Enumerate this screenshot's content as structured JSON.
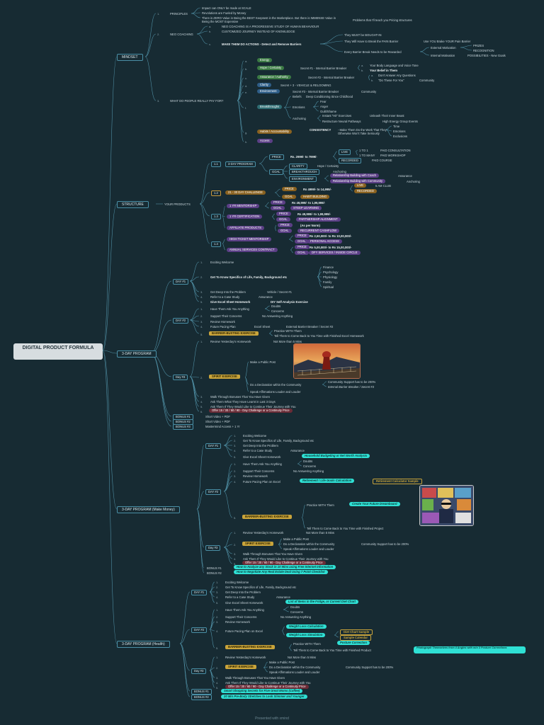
{
  "root": "DIGITAL PRODUCT FORMULA",
  "footer": "Presented with xmind",
  "mindset": {
    "label": "MINDSET",
    "principles": {
      "label": "PRINCIPLES",
      "items": [
        "Impact can ONLY be made at SCALE",
        "Revolutions are Fueled by Money",
        "There is ZERO Value in Being the BEST Keepsest in the Marketplace. But there is IMMENSE Value in Being the MOST Expensive"
      ],
      "side": "Problems that I'll teach you Pricing structures"
    },
    "neo": {
      "label": "NEO COACHING",
      "a": "NEO COACHING IS A PROGRESSIVE STUDY OF HUMAN BEHAVIOUR",
      "b": "CUSTOMIZED JOURNEY INSTEAD OF KNOWLEDGE",
      "c": "MAKE THEM DO ACTIONS - Detect and Remove Barriers",
      "c1": "They MUST be BOUGHT-IN",
      "c2": "They Will Have to Break the PAIN Barrier",
      "c2s": "Use YOU Brake YOUR Pain Barrier",
      "c3": "Every Barrier Break Needs to be Rewarded",
      "ext": "External Motivation",
      "ext1": "PRIZES",
      "ext2": "RECOGNITION",
      "int": "Internal Motivation",
      "int1": "POSSIBILITIES - New Goals"
    },
    "pay": {
      "label": "WHAT DO PEOPLE REALLY PAY FOR?",
      "energy": "Energy",
      "hope": "Hope / Certainty",
      "hope_s": "Secret #1 - Internal Barrier Breaker",
      "hope_a": "Your Body Language and Voice Tone",
      "hope_b": "Your Belief in Them",
      "assur": "Assurance / Authority",
      "assur_s": "Secret #2 - Internal Barrier Breaker",
      "assur_a": "Don't Answer Any Questions",
      "assur_b": "\"Do These For You\"",
      "assur_b2": "Community",
      "clarity": "Clarity",
      "clarity_s": "Secret + 3 - VEHICLE & RELOOMING",
      "env": "Environment",
      "env_s": "Secret #3 - Internal Barrier Breaker",
      "env_s2": "Community",
      "break": "Breakthroughs",
      "beliefs": "Beliefs",
      "beliefs_s": "Deep Conditioning Since Childhood",
      "emotions": "Emotions",
      "emo": [
        "Fear",
        "Anger",
        "Guilt/Shame"
      ],
      "anchoring": "Anchoring",
      "anc1": "Instant \"Hit\" Exercises",
      "anc1s": "Unleash Their Inner Beast",
      "anc2": "Restructure Neural Pathways",
      "anc2s": "High Energy Group Events",
      "habits": "Habits / Accountability",
      "consistency": "CONSISTENCY",
      "consistency_s": "- Make Them Do the Work That They Otherwise Won't Take Seriously",
      "hab": [
        "Time",
        "Emotions",
        "Exclusions"
      ],
      "access": "Access"
    }
  },
  "structure": {
    "label": "STRUCTURE",
    "yp": "YOUR PRODUCTS",
    "p11": {
      "label": "3-DAY PROGRAM",
      "price": "PRICE",
      "price_v": "Rs. 2999/- to 7999/-",
      "live": "LIVE",
      "live1": "1 TO 1",
      "live1s": "PAID CONSULTATION",
      "live2": "1 TO MANY",
      "live2s": "PAID WORKSHOP",
      "rec": "RECORDED",
      "rec_s": "PAID COURSE",
      "goal": "GOAL",
      "clarity": "CLARITY",
      "clarity_s": "Hope / Certainty",
      "bt": "BREAKTHROUGH",
      "bt_s": "Anchoring",
      "env": "ENVIRONMENT",
      "env1": "Relationship Building with Coach",
      "env1s": "Assurance",
      "env2": "Relationship Building with Community",
      "env2s": "Anchoring"
    },
    "p12": {
      "label": "21 - 30 DAY CHALLENGE",
      "price": "PRICE",
      "price_v": "Rs 4999/- to 14,999/-",
      "live": "LIVE",
      "live_s": "5 AM CLUB",
      "rec": "RECORDED",
      "goal": "GOAL",
      "goal_v": "HABIT BUILDING"
    },
    "p13": {
      "mentor": "1 YR MENTORSHIP",
      "price": "PRICE",
      "price_v": "Rs 49,999/- to 1,99,999/-",
      "goal": "GOAL",
      "goal_v": "STEEP LEARNING",
      "cert": "1 YR CERTIFICATION",
      "cert_price": "PRICE",
      "cert_price_v": "Rs 49,999/- to 1,99,999/-",
      "cert_goal": "GOAL",
      "cert_goal_v": "PARTNERSHIP ALIGNMENT",
      "aff": "AFFILIATE PRODUCTS",
      "aff_price": "PRICE",
      "aff_price_v": "(As per Norm)",
      "aff_goal": "GOAL",
      "aff_goal_v": "RECURRENT CASHFLOW"
    },
    "p14": {
      "htm": "HIGH TICKET MENTORSHIP",
      "price": "PRICE",
      "price_v": "Rs 2,50,000/- to Rs 10,00,000/-",
      "goal": "GOAL",
      "goal_v": "PERSONAL ACCESS",
      "asc": "ANNUAL SERVICES CONTRACT",
      "asc_price": "PRICE",
      "asc_price_v": "Rs 5,00,000/- to Rs 15,00,000/-",
      "asc_goal": "GOAL",
      "asc_goal_v": "DFY SERVICES / INSIDE CIRCLE"
    }
  },
  "p3": {
    "label": "3-DAY PROGRAM",
    "d1": "DAY #1",
    "d1_items": [
      "Exciting Welcome",
      "Get To Know Specifics of Life, Family, Background etc",
      "Get Deep Into the Problem",
      "Refer to a Case Study",
      "Give Excel Sheet Homework"
    ],
    "d1_sub": [
      "Finance",
      "Psychology",
      "Physiology",
      "Family",
      "Spiritual"
    ],
    "d1_deep": "Vehicle / Secret #1",
    "d1_case": "Assurance",
    "d1_hw": "DIY Self-Analysis Exercise",
    "d2": "DAY #2",
    "d2_items": [
      "Have Them Ask You Anything",
      "Support Their Concerns",
      "Review Homework",
      "Future Pacing Plan",
      "BARRIER-BUSTING EXERCISE"
    ],
    "d2_ask": [
      "Doubts",
      "Concerns"
    ],
    "d2_support": "No Answering Anything",
    "d2_fp": "Excel Sheet",
    "d2_fp2": "External Barrier Breaker / Secret #2",
    "d2_bb1": "Practice WITH Them",
    "d2_bb2": "Tell Them to Come Back to You Time with Finished Excel Homework",
    "d3": "Day #3",
    "d3_items": [
      "Review Yesterday's Homework",
      "SPIRIT EXERCISE",
      "Walk Through Bonuses That You Have Given",
      "Ask Them What They Have Learnt in Last 3 Days",
      "Ask Them If They Would Like to Continue Their Journey with You",
      "Offer 15 / 30 / 60 / 90 - Day Challenge or a Continuity Price"
    ],
    "d3_rev": "Not More than 5 Mins",
    "d3_sp": [
      "Make a Public Post",
      "Do a Declaration within the Community",
      "Speak Affirmations Louder and Louder"
    ],
    "d3_sp2a": "Community Support has to be 200%",
    "d3_sp2b": "Internal Barrier Breaker / Secret #3",
    "b1": "BONUS #1",
    "b1_s": "Short Video + PDF",
    "b2": "BONUS #2",
    "b2_s": "Short Video + PDF",
    "b3": "BONUS #3",
    "b3_s": "Mastermind Access + 1 Yr"
  },
  "p4": {
    "label": "3-DAY PROGRAM (Make Money)",
    "d1": "DAY #1",
    "d1_items": [
      "Exciting Welcome",
      "Get To Know Specifics of Life, Family, Background etc",
      "Get Deep Into the Problem",
      "Refer to a Case Study",
      "Give Excel Sheet Homework"
    ],
    "d1_case": "Assurance",
    "d1_hw": "Household Budgeting or Net Worth Analysis",
    "d2": "DAY #2",
    "d2_items": [
      "Have Them Ask You Anything",
      "Support Their Concerns",
      "Review Homework",
      "Future Pacing Plan on Excel",
      "BARRIER-BUSTING EXERCISE"
    ],
    "d2_ask": [
      "Doubts",
      "Concerns"
    ],
    "d2_support": "No Answering Anything",
    "d2_fp": "Retirement / Life Goals Calculation",
    "d2_fp2": "Retirement Calculator Sample",
    "d2_bb1": "Practice WITH Them",
    "d2_bb1s": "Create Your Future Dreamboard",
    "d2_bb2": "Tell Them to Come Back to You Time with Finished Project",
    "d3": "Day #3",
    "d3_items": [
      "Review Yesterday's Homework",
      "SPIRIT EXERCISE",
      "Walk Through Bonuses That You Have Given",
      "Ask Them If They Would Like to Continue Their Journey with You",
      "Offer 15 / 30 / 60 / 90 - Day Challenge or a Continuity Price"
    ],
    "d3_rev": "Not More than 5 Mins",
    "d3_sp": [
      "Make a Public Post",
      "Do a Declaration within the Community",
      "Speak Affirmations Louder and Louder"
    ],
    "d3_sp2": "Community Support has to be 200%",
    "b1": "BONUS #1",
    "b1_s": "How to Analyze any Stock in 10 Mins using Free Internet Information",
    "b2": "BONUS #2",
    "b2_s": "How to Negotiate Any Real Estate Deal Using 7 Point Checklist"
  },
  "p5": {
    "label": "3-DAY PROGRAM (Health)",
    "d1": "DAY #1",
    "d1_items": [
      "Exciting Welcome",
      "Get To Know Specifics of Life, Family, Background etc",
      "Get Deep Into the Problem",
      "Refer to a Case Study",
      "Give Excel Sheet Homework"
    ],
    "d1_case": "Assurance",
    "d1_hw": "List of Items in the Fridge, or Current Diet Chart",
    "d2": "DAY #2",
    "d2_items": [
      "Have Them Ask You Anything",
      "Support Their Concerns",
      "Review Homework",
      "Future Pacing Plan on Excel",
      "BARRIER-BUSTING EXERCISE"
    ],
    "d2_ask": [
      "Doubts",
      "Concerns"
    ],
    "d2_support": "No Answering Anything",
    "d2_fp1": "Weight Loss Calculation",
    "d2_fp2": "Weight Loss Simulation",
    "d2_fp2a": "Diet Chart Sample",
    "d2_fp2b": "Sample Calendar",
    "d2_bb1": "Practice WITH Them",
    "d2_bb1s": "Posture Correction",
    "d2_bb2": "Tell Them to Come Back to You Time with Finished Product",
    "d2_bb2s": "Photograph Themselves from 4 Angles with min 3 Posture Corrections",
    "d3": "Day #3",
    "d3_items": [
      "Review Yesterday's Homework",
      "SPIRIT EXERCISE",
      "Walk Through Bonuses That You Have Given",
      "Ask Them If They Would Like to Continue Their Journey with You",
      "Offer 15 / 30 / 60 / 90 - Day Challenge or a Continuity Price"
    ],
    "d3_rev": "Not More than 5 Mins",
    "d3_sp": [
      "Make a Public Post",
      "Do a Declaration within the Community",
      "Speak Affirmations Louder and Louder"
    ],
    "d3_sp2": "Community Support has to be 200%",
    "b1": "BONUS #1",
    "b1_s": "Smart Shopping Secrets for Five Great Moms (Coffee)",
    "b2": "BONUS #2",
    "b2_s": "20 Min Pre-Body Stretches to Look Slimmer and Younger"
  }
}
